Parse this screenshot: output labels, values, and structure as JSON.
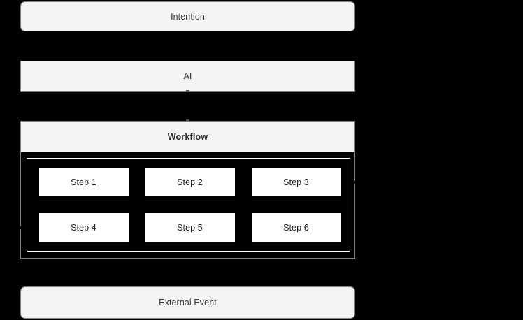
{
  "diagram": {
    "background_color": "#000000",
    "lane_fill_color": "#f4f4f4",
    "lane_border_color": "#808080",
    "step_fill_color": "#ffffff",
    "text_color": "#3b3b3b",
    "lanes": [
      {
        "id": "intention",
        "label": "Intention",
        "shape": "rounded-rectangle"
      },
      {
        "id": "ai",
        "label": "AI",
        "shape": "rectangle"
      },
      {
        "id": "external-event",
        "label": "External Event",
        "shape": "rounded-rectangle"
      }
    ],
    "workflow": {
      "title": "Workflow",
      "steps": [
        {
          "label": "Step 1"
        },
        {
          "label": "Step 2"
        },
        {
          "label": "Step 3"
        },
        {
          "label": "Step 4"
        },
        {
          "label": "Step 5"
        },
        {
          "label": "Step 6"
        }
      ]
    }
  }
}
